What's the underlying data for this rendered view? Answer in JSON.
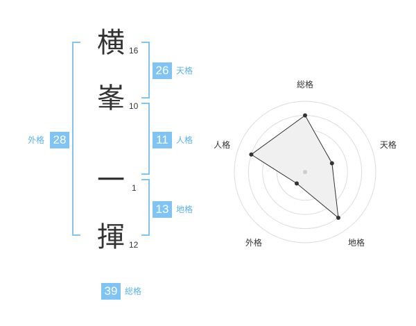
{
  "name": {
    "chars": [
      {
        "char": "横",
        "strokes": "16"
      },
      {
        "char": "峯",
        "strokes": "10"
      },
      {
        "char": "一",
        "strokes": "1"
      },
      {
        "char": "揮",
        "strokes": "12"
      }
    ]
  },
  "fortunes": {
    "tenkaku": {
      "value": "26",
      "label": "天格"
    },
    "jinkaku": {
      "value": "11",
      "label": "人格"
    },
    "chikaku": {
      "value": "13",
      "label": "地格"
    },
    "gaikaku": {
      "value": "28",
      "label": "外格"
    },
    "soukaku": {
      "value": "39",
      "label": "総格"
    }
  },
  "colors": {
    "accent": "#7fc4f4",
    "label_accent": "#5ab2ea",
    "text": "#333333"
  },
  "chart_data": {
    "type": "radar",
    "axes": [
      "総格",
      "天格",
      "地格",
      "外格",
      "人格"
    ],
    "values": [
      4,
      2,
      4,
      1,
      4
    ],
    "max": 5,
    "rings": 5,
    "fill_color": "#f0f0f0",
    "line_color": "#333333"
  }
}
